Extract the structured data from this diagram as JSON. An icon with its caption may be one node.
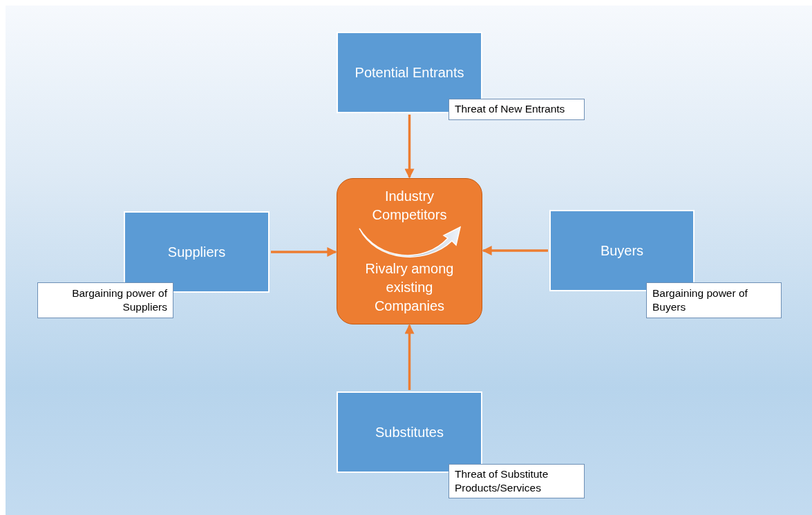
{
  "diagram": {
    "nodes": [
      {
        "text": [
          "Potential Entrants"
        ],
        "beside": [
          "Threat of New Entrants"
        ]
      },
      {
        "text": [
          "Industry Competitors",
          "Rivalry among existing Companies"
        ]
      },
      {
        "text": [
          "Suppliers"
        ],
        "beside": [
          "Bargaining power of Suppliers"
        ]
      },
      {
        "text": [
          "Buyers"
        ],
        "beside": [
          "Bargaining power of Buyers"
        ]
      },
      {
        "text": [
          "Substitutes"
        ],
        "beside": [
          "Threat of Substitute Products/Services"
        ]
      }
    ],
    "edges": [
      {
        "from": 0,
        "to": 1,
        "arrow": "to"
      },
      {
        "from": 2,
        "to": 1,
        "arrow": "to"
      },
      {
        "from": 3,
        "to": 1,
        "arrow": "to"
      },
      {
        "from": 4,
        "to": 1,
        "arrow": "to"
      }
    ]
  }
}
